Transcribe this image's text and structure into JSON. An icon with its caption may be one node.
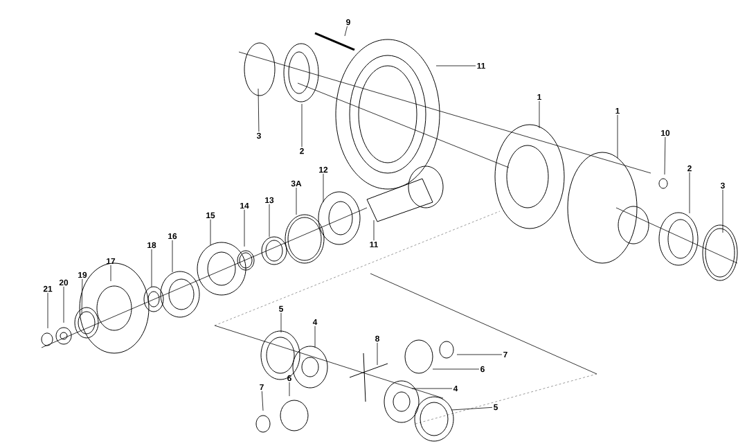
{
  "diagram": {
    "nodes": [
      {
        "text": [
          "9"
        ]
      },
      {
        "text": [
          "11"
        ]
      },
      {
        "text": [
          "1"
        ]
      },
      {
        "text": [
          "1"
        ]
      },
      {
        "text": [
          "10"
        ]
      },
      {
        "text": [
          "3"
        ]
      },
      {
        "text": [
          "2"
        ]
      },
      {
        "text": [
          "2"
        ]
      },
      {
        "text": [
          "3"
        ]
      },
      {
        "text": [
          "3A"
        ]
      },
      {
        "text": [
          "12"
        ]
      },
      {
        "text": [
          "13"
        ]
      },
      {
        "text": [
          "14"
        ]
      },
      {
        "text": [
          "15"
        ]
      },
      {
        "text": [
          "11"
        ]
      },
      {
        "text": [
          "16"
        ]
      },
      {
        "text": [
          "18"
        ]
      },
      {
        "text": [
          "17"
        ]
      },
      {
        "text": [
          "19"
        ]
      },
      {
        "text": [
          "20"
        ]
      },
      {
        "text": [
          "21"
        ]
      },
      {
        "text": [
          "5"
        ]
      },
      {
        "text": [
          "4"
        ]
      },
      {
        "text": [
          "8"
        ]
      },
      {
        "text": [
          "7"
        ]
      },
      {
        "text": [
          "6"
        ]
      },
      {
        "text": [
          "4"
        ]
      },
      {
        "text": [
          "5"
        ]
      },
      {
        "text": [
          "7"
        ]
      },
      {
        "text": [
          "6"
        ]
      }
    ],
    "edges": [
      {
        "from": 0,
        "to": null,
        "arrow": "none"
      },
      {
        "from": 1,
        "to": null,
        "arrow": "none"
      },
      {
        "from": 2,
        "to": null,
        "arrow": "none"
      },
      {
        "from": 3,
        "to": null,
        "arrow": "none"
      },
      {
        "from": 4,
        "to": null,
        "arrow": "none"
      },
      {
        "from": 5,
        "to": null,
        "arrow": "none"
      },
      {
        "from": 6,
        "to": null,
        "arrow": "none"
      },
      {
        "from": 7,
        "to": null,
        "arrow": "none"
      },
      {
        "from": 8,
        "to": null,
        "arrow": "none"
      },
      {
        "from": 9,
        "to": null,
        "arrow": "none"
      },
      {
        "from": 10,
        "to": null,
        "arrow": "none"
      },
      {
        "from": 11,
        "to": null,
        "arrow": "none"
      },
      {
        "from": 12,
        "to": null,
        "arrow": "none"
      },
      {
        "from": 13,
        "to": null,
        "arrow": "none"
      },
      {
        "from": 14,
        "to": null,
        "arrow": "none"
      },
      {
        "from": 15,
        "to": null,
        "arrow": "none"
      },
      {
        "from": 16,
        "to": null,
        "arrow": "none"
      },
      {
        "from": 17,
        "to": null,
        "arrow": "none"
      },
      {
        "from": 18,
        "to": null,
        "arrow": "none"
      },
      {
        "from": 19,
        "to": null,
        "arrow": "none"
      },
      {
        "from": 20,
        "to": null,
        "arrow": "none"
      },
      {
        "from": 21,
        "to": null,
        "arrow": "none"
      },
      {
        "from": 22,
        "to": null,
        "arrow": "none"
      },
      {
        "from": 23,
        "to": null,
        "arrow": "none"
      },
      {
        "from": 24,
        "to": null,
        "arrow": "none"
      },
      {
        "from": 25,
        "to": null,
        "arrow": "none"
      },
      {
        "from": 26,
        "to": null,
        "arrow": "none"
      },
      {
        "from": 27,
        "to": null,
        "arrow": "none"
      },
      {
        "from": 28,
        "to": null,
        "arrow": "none"
      },
      {
        "from": 29,
        "to": null,
        "arrow": "none"
      }
    ]
  }
}
